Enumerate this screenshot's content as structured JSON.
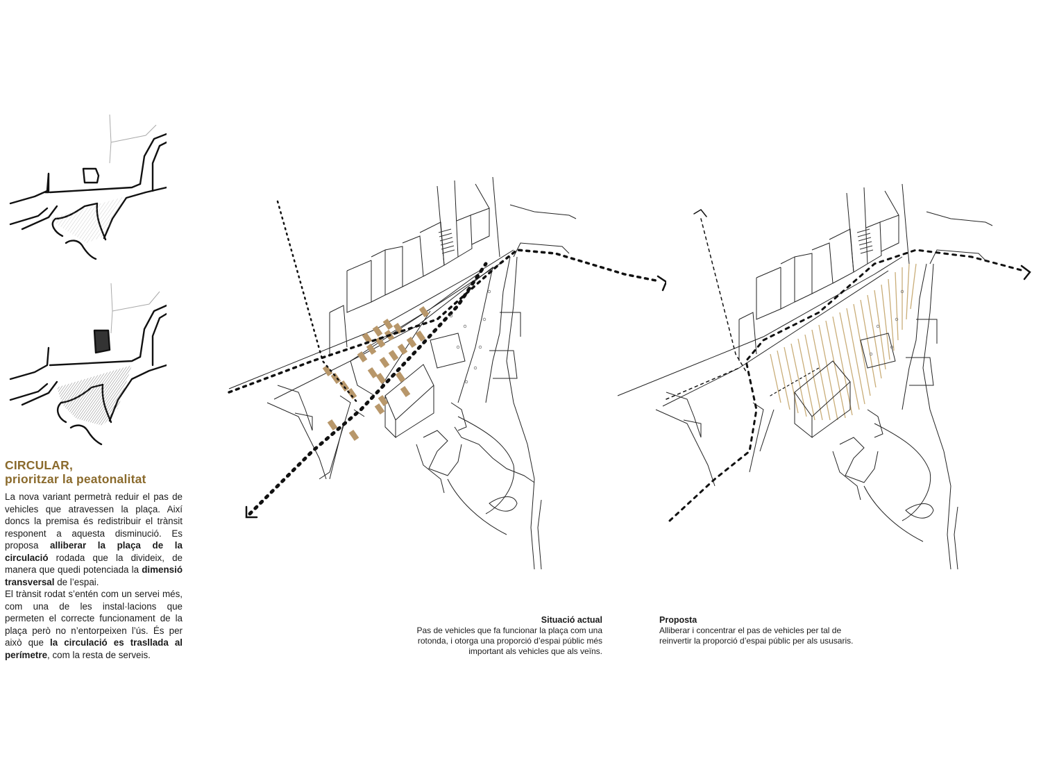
{
  "section": {
    "title_line1": "CIRCULAR,",
    "title_line2": "prioritzar la peatonalitat"
  },
  "body": {
    "p1_a": "La nova variant permetrà reduir el pas de vehicles que atravessen la plaça. Així doncs la premisa és redistribuir el trànsit responent a aquesta disminució. Es proposa ",
    "p1_b": "alliberar la plaça de la circulació",
    "p1_c": " rodada que la divideix, de manera que quedi potenciada la ",
    "p1_d": "dimensió transversal",
    "p1_e": " de l’espai.",
    "p2_a": "El trànsit rodat s’entén com un servei més, com una de les instal·lacions que permeten el correcte funcionament de la plaça però no n’entorpeixen l’ús. És per això que ",
    "p2_b": "la circulació es trasllada al perímetre",
    "p2_c": ", com la resta de serveis."
  },
  "captions": {
    "current": {
      "title": "Situació actual",
      "text": "Pas de vehicles que fa funcionar la plaça com una rotonda, i otorga una proporció d’espai públic més important als vehicles que als veïns."
    },
    "proposal": {
      "title": "Proposta",
      "text": "Alliberar i concentrar el pas de vehicles per tal de reinvertir la proporció d’espai públic per als ususaris."
    }
  },
  "colors": {
    "accent": "#8a6a2c",
    "parking": "#b8976a",
    "hatch": "#c9ad78",
    "line": "#222222"
  }
}
